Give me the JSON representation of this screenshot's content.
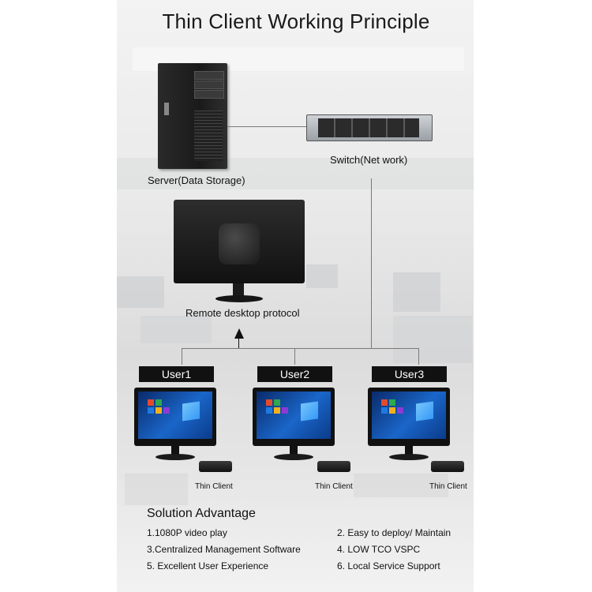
{
  "title": "Thin Client Working Principle",
  "server_label": "Server(Data Storage)",
  "switch_label": "Switch(Net work)",
  "protocol_label": "Remote desktop protocol",
  "users": [
    {
      "label": "User1",
      "device": "Thin Client"
    },
    {
      "label": "User2",
      "device": "Thin Client"
    },
    {
      "label": "User3",
      "device": "Thin Client"
    }
  ],
  "advantage_title": "Solution Advantage",
  "advantages": [
    "1.1080P video play",
    "2. Easy to deploy/ Maintain",
    "3.Centralized Management Software",
    "4. LOW TCO VSPC",
    "5. Excellent User Experience",
    "6. Local Service Support"
  ],
  "icons": [
    "server-tower-icon",
    "network-switch-icon",
    "monitor-back-icon",
    "up-arrow-icon",
    "monitor-icon",
    "thin-client-box-icon"
  ],
  "colors": {
    "user_box_bg": "#111111",
    "user_box_text": "#ffffff",
    "connector": "#7a7a7a"
  }
}
